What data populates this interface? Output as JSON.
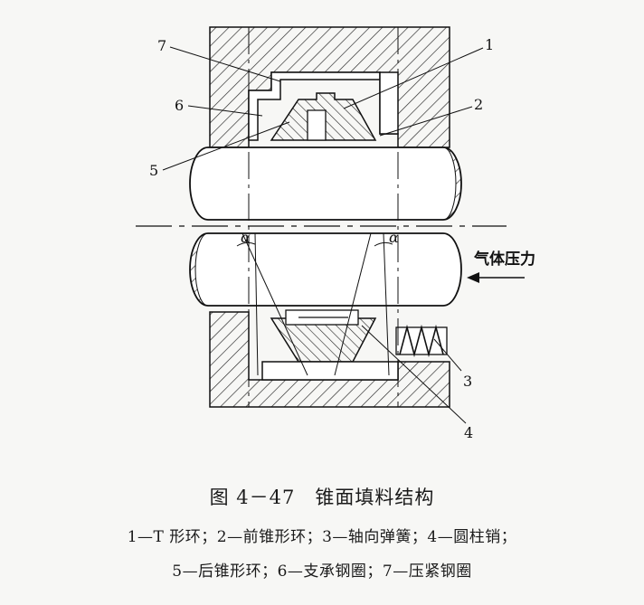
{
  "diagram": {
    "callouts": [
      "1",
      "2",
      "3",
      "4",
      "5",
      "6",
      "7"
    ],
    "angle_symbol": "α",
    "pressure_label": "气体压力"
  },
  "caption": {
    "figure_number": "图 4－47",
    "title": "锥面填料结构",
    "legend_line1": "1—T 形环；2—前锥形环；3—轴向弹簧；4—圆柱销；",
    "legend_line2": "5—后锥形环；6—支承钢圈；7—压紧钢圈"
  }
}
